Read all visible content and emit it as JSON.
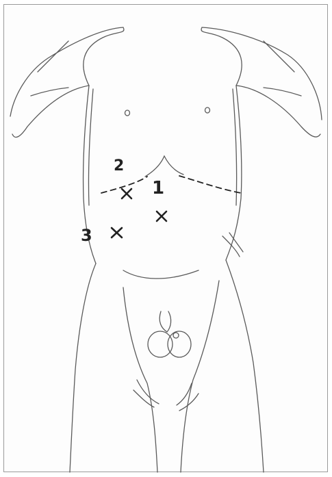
{
  "figure": {
    "labels": {
      "site_1": "1",
      "site_2": "2",
      "site_3": "3"
    },
    "marker_glyph": "x",
    "colors": {
      "pencil": "#5a5a5a",
      "ink": "#222222",
      "frame_border": "#9a9a9a"
    }
  }
}
